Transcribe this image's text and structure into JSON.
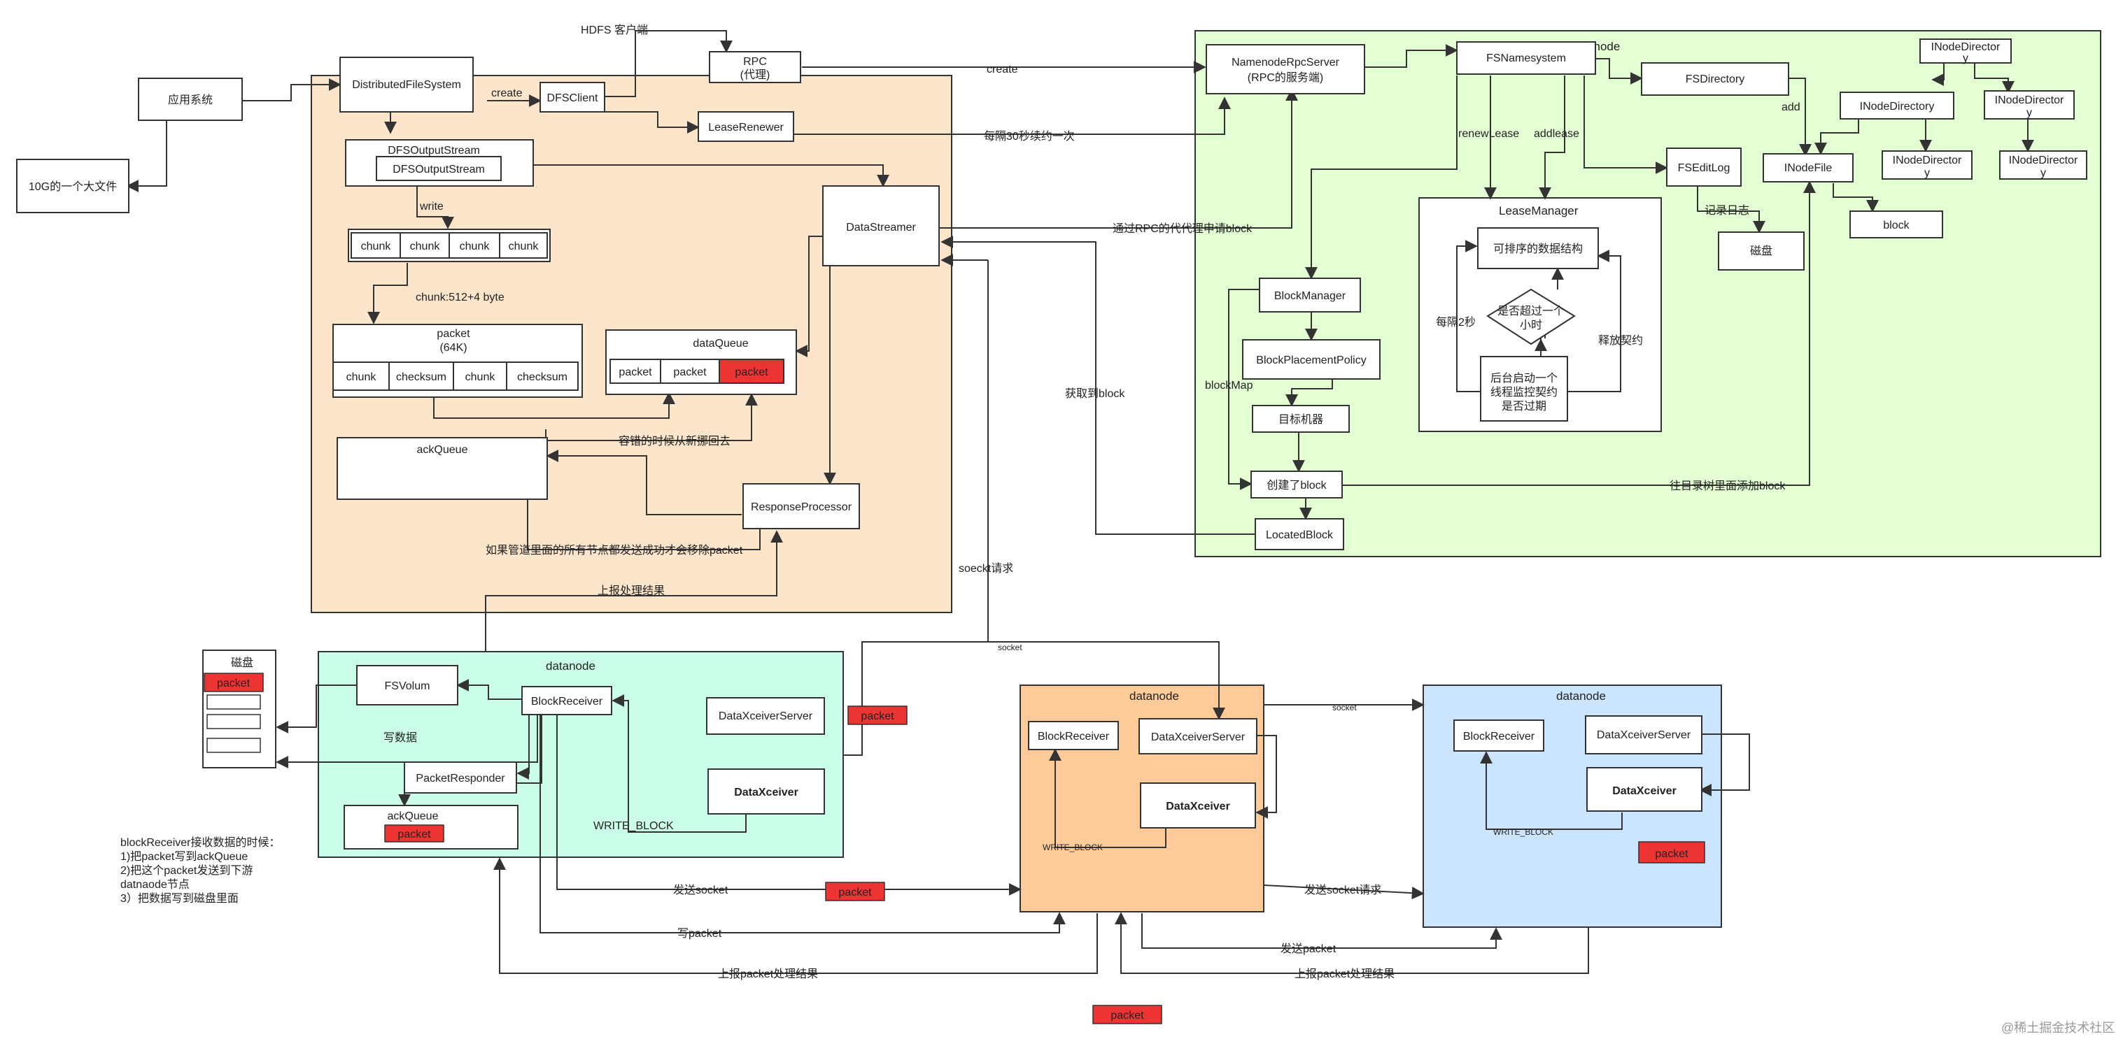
{
  "diagram": {
    "colors": {
      "client_region": "#fde5cc",
      "namenode_region": "#e3ffd3",
      "datanode1_region": "#ccffe9",
      "datanode2_region": "#ffcc99",
      "datanode3_region": "#cce5ff",
      "packet_red": "#ee3333",
      "stroke": "#333333",
      "box_fill": "#ffffff"
    },
    "regions": {
      "namenode": "namenode",
      "datanode1": "datanode",
      "datanode2": "datanode",
      "datanode3": "datanode",
      "disk": "磁盘",
      "lease_manager": "LeaseManager"
    },
    "nodes": {
      "app_system": "应用系统",
      "big_file": "10G的一个大文件",
      "dfs": "DistributedFileSystem",
      "dfs_client": "DFSClient",
      "rpc_line1": "RPC",
      "rpc_line2": "(代理)",
      "lease_renewer": "LeaseRenewer",
      "dfs_output_stream_outer": "DFSOutputStream",
      "dfs_output_stream_inner": "DFSOutputStream",
      "chunks": [
        "chunk",
        "chunk",
        "chunk",
        "chunk"
      ],
      "packet_title_1": "packet",
      "packet_title_2": "(64K)",
      "packet_cells": [
        "chunk",
        "checksum",
        "chunk",
        "checksum"
      ],
      "data_queue": "dataQueue",
      "data_queue_cells": [
        "packet",
        "packet",
        "packet"
      ],
      "data_streamer": "DataStreamer",
      "ack_queue": "ackQueue",
      "response_processor": "ResponseProcessor",
      "nn_rpc_server_1": "NamenodeRpcServer",
      "nn_rpc_server_2": "(RPC的服务端)",
      "fs_namesystem": "FSNamesystem",
      "fs_directory": "FSDirectory",
      "fs_edit_log": "FSEditLog",
      "nn_disk": "磁盘",
      "inode_file": "INodeFile",
      "block": "block",
      "inode_dir_top_1": "INodeDirector",
      "inode_dir_top_2": "y",
      "inode_dir_mid": "INodeDirectory",
      "inode_dir_right_1": "INodeDirector",
      "inode_dir_right_2": "y",
      "inode_dir_sub1_1": "INodeDirector",
      "inode_dir_sub1_2": "y",
      "inode_dir_sub2_1": "INodeDirector",
      "inode_dir_sub2_2": "y",
      "sortable_structure": "可排序的数据结构",
      "timeout_check_1": "是否超过一个",
      "timeout_check_2": "小时",
      "bg_thread_1": "后台启动一个",
      "bg_thread_2": "线程监控契约",
      "bg_thread_3": "是否过期",
      "block_manager": "BlockManager",
      "block_placement_policy": "BlockPlacementPolicy",
      "target_machine": "目标机器",
      "created_block": "创建了block",
      "located_block": "LocatedBlock",
      "dn1_fsvolum": "FSVolum",
      "dn1_block_receiver": "BlockReceiver",
      "dn1_packet_responder": "PacketResponder",
      "dn1_ack_queue": "ackQueue",
      "dn1_ack_packet": "packet",
      "dn1_xceiver_server": "DataXceiverServer",
      "dn1_xceiver": "DataXceiver",
      "disk_packet": "packet",
      "dn2_block_receiver": "BlockReceiver",
      "dn2_xceiver_server": "DataXceiverServer",
      "dn2_xceiver": "DataXceiver",
      "dn3_block_receiver": "BlockReceiver",
      "dn3_xceiver_server": "DataXceiverServer",
      "dn3_xceiver": "DataXceiver",
      "pkt_near_dn1": "packet",
      "pkt_send_socket": "packet",
      "pkt_dn3": "packet",
      "pkt_bottom": "packet"
    },
    "edge_labels": {
      "hdfs_client": "HDFS 客户端",
      "create_1": "create",
      "create_2": "create",
      "renew_every_30s": "每隔30秒续约一次",
      "write": "write",
      "chunk_size": "chunk:512+4 byte",
      "apply_block": "通过RPC的代代理申请block",
      "fault_tolerance": "容错的时候从新挪回去",
      "remove_packet": "如果管道里面的所有节点都发送成功才会移除packet",
      "report_result": "上报处理结果",
      "get_block": "获取到block",
      "renew_lease": "renewLease",
      "add_lease": "addlease",
      "add": "add",
      "record_log": "记录日志",
      "every_2s": "每隔2秒",
      "release_lease": "释放契约",
      "block_map": "blockMap",
      "add_block_to_tree": "往目录树里面添加block",
      "socket_request": "soeckt请求",
      "socket_1": "socket",
      "socket_2": "socket",
      "write_data": "写数据",
      "write_block_1": "WRITE_BLOCK",
      "write_block_2": "WRITE_BLOCK",
      "write_block_3": "WRITE_BLOCK",
      "send_socket": "发送socket",
      "write_packet": "写packet",
      "report_packet_1": "上报packet处理结果",
      "report_packet_2": "上报packet处理结果",
      "send_socket_request": "发送socket请求",
      "send_packet": "发送packet"
    },
    "note": {
      "line1": "blockReceiver接收数据的时候：",
      "line2": "1)把packet写到ackQueue",
      "line3": "2)把这个packet发送到下游",
      "line4": "datnaode节点",
      "line5": "3）把数据写到磁盘里面"
    },
    "watermark": "@稀土掘金技术社区"
  }
}
